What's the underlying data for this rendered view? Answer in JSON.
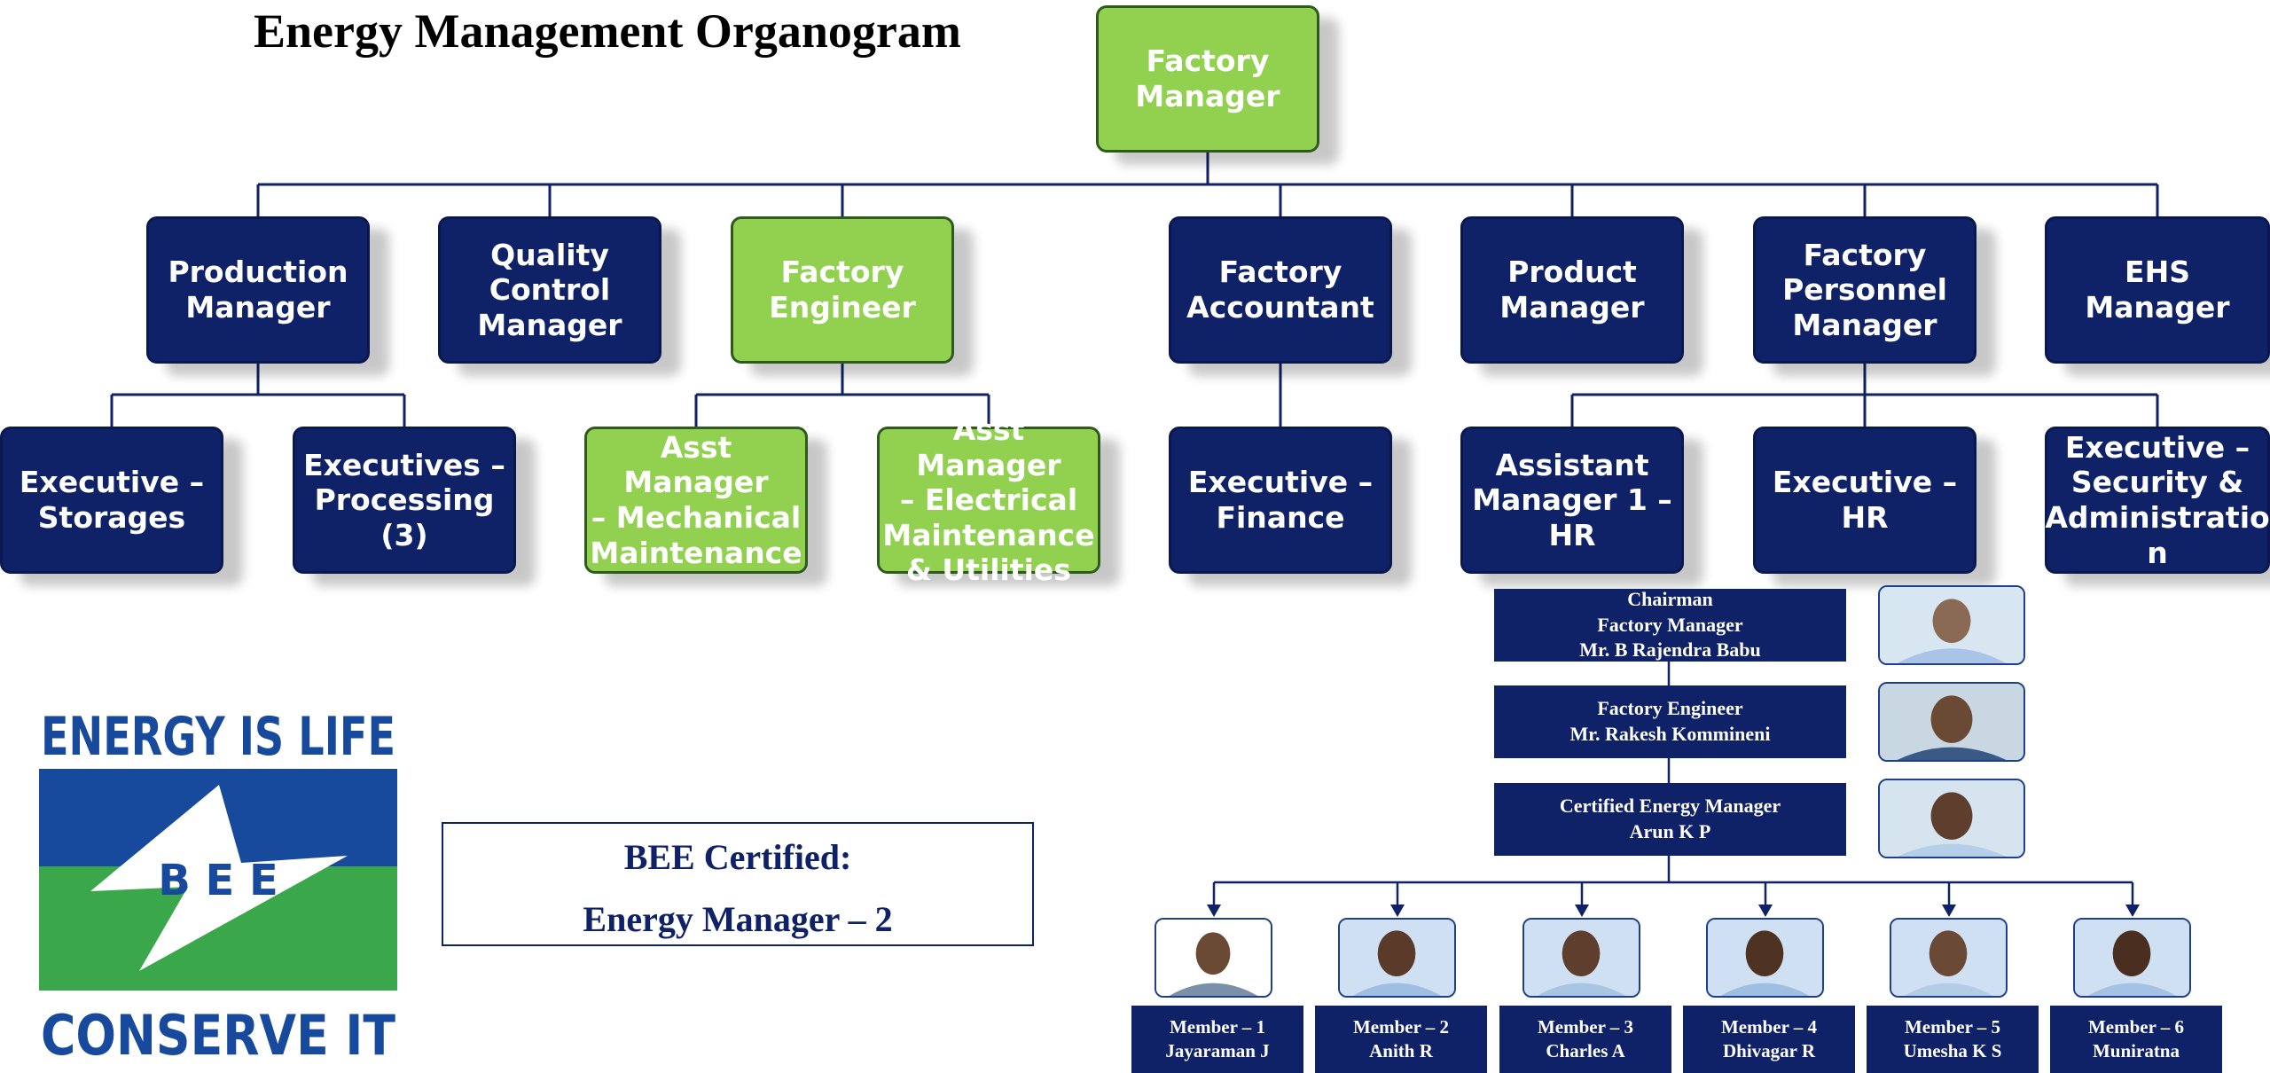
{
  "title": "Energy Management Organogram",
  "colors": {
    "navy": "#0f2167",
    "green": "#92d050",
    "logo_blue": "#174a9c",
    "logo_green": "#3aa74a"
  },
  "top": {
    "line1": "Factory",
    "line2": "Manager"
  },
  "managers": [
    {
      "l1": "Production",
      "l2": "Manager"
    },
    {
      "l1": "Quality",
      "l2": "Control",
      "l3": "Manager"
    },
    {
      "l1": "Factory",
      "l2": "Engineer"
    },
    {
      "l1": "Factory",
      "l2": "Accountant"
    },
    {
      "l1": "Product",
      "l2": "Manager"
    },
    {
      "l1": "Factory",
      "l2": "Personnel",
      "l3": "Manager"
    },
    {
      "l1": "EHS Manager"
    }
  ],
  "subordinates": [
    {
      "l1": "Executive –",
      "l2": "Storages"
    },
    {
      "l1": "Executives –",
      "l2": "Processing (3)"
    },
    {
      "l1": "Asst Manager",
      "l2": "– Mechanical",
      "l3": "Maintenance"
    },
    {
      "l1": "Asst Manager",
      "l2": "– Electrical",
      "l3": "Maintenance",
      "l4": "& Utilities"
    },
    {
      "l1": "Executive –",
      "l2": "Finance"
    },
    {
      "l1": "Assistant",
      "l2": "Manager 1 –",
      "l3": "HR"
    },
    {
      "l1": "Executive –",
      "l2": "HR"
    },
    {
      "l1": "Executive –",
      "l2": "Security &",
      "l3": "Administratio",
      "l4": "n"
    }
  ],
  "committee": [
    {
      "l1": "Chairman",
      "l2": "Factory Manager",
      "l3": "Mr. B Rajendra Babu"
    },
    {
      "l1": "Factory Engineer",
      "l2": "Mr. Rakesh Kommineni"
    },
    {
      "l1": "Certified Energy Manager",
      "l2": "Arun K P"
    }
  ],
  "members": [
    {
      "role": "Member – 1",
      "name": "Jayaraman J"
    },
    {
      "role": "Member – 2",
      "name": "Anith R"
    },
    {
      "role": "Member – 3",
      "name": "Charles A"
    },
    {
      "role": "Member – 4",
      "name": "Dhivagar R"
    },
    {
      "role": "Member – 5",
      "name": "Umesha K S"
    },
    {
      "role": "Member – 6",
      "name": "Muniratna"
    }
  ],
  "bee_certified": {
    "line1": "BEE Certified:",
    "line2": "Energy Manager – 2"
  },
  "logo": {
    "top": "ENERGY IS LIFE",
    "middle": "B E E",
    "bottom": "CONSERVE IT"
  }
}
